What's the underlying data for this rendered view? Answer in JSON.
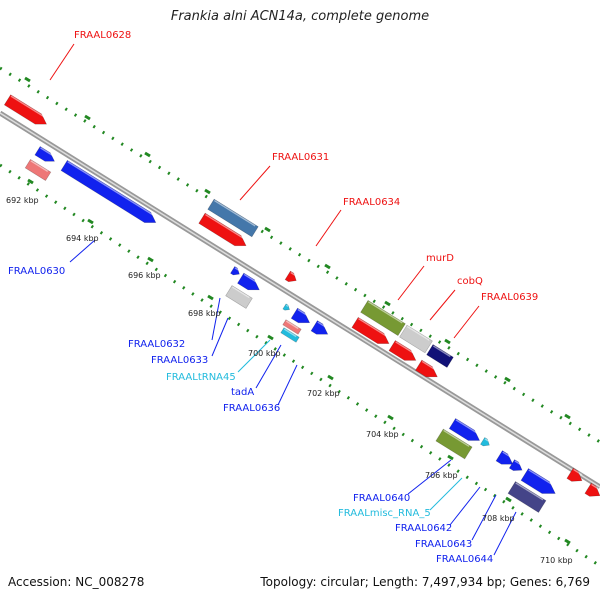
{
  "title": "Frankia alni ACN14a, complete genome",
  "accession": "Accession: NC_008278",
  "topology": "Topology: circular; Length: 7,497,934 bp; Genes: 6,769",
  "colors": {
    "red": "#ee1111",
    "blue": "#1122ee",
    "pink": "#ee7777",
    "steel": "#4477aa",
    "gray": "#cccccc",
    "olive": "#779933",
    "navy": "#111177",
    "slate": "#444488",
    "cyan": "#22bbdd",
    "dots": "#228822",
    "backbone": "#999999"
  },
  "scale_labels": [
    "692 kbp",
    "694 kbp",
    "696 kbp",
    "698 kbp",
    "700 kbp",
    "702 kbp",
    "704 kbp",
    "706 kbp",
    "708 kbp",
    "710 kbp"
  ],
  "gene_labels": [
    "FRAAL0628",
    "FRAAL0631",
    "FRAAL0634",
    "murD",
    "cobQ",
    "FRAAL0639",
    "FRAAL0630",
    "FRAAL0632",
    "FRAAL0633",
    "FRAALtRNA45",
    "tadA",
    "FRAAL0636",
    "FRAAL0640",
    "FRAALmisc_RNA_5",
    "FRAAL0642",
    "FRAAL0643",
    "FRAAL0644"
  ]
}
